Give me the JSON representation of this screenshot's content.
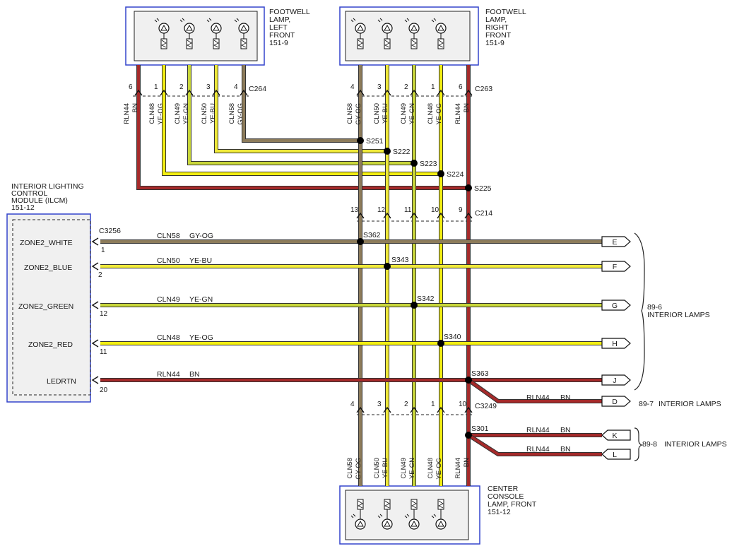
{
  "colors": {
    "RLN44": "#a52a2a",
    "CLN48": "#f2ee12",
    "CLN49": "#c9d73a",
    "CLN50": "#efe93a",
    "CLN58": "#8c7b5a",
    "box_border": "#3344cc",
    "box_fill": "#f0f0f0"
  },
  "footwell_left": {
    "lines": [
      "FOOTWELL",
      "LAMP,",
      "LEFT",
      "FRONT",
      "151-9"
    ]
  },
  "footwell_right": {
    "lines": [
      "FOOTWELL",
      "LAMP,",
      "RIGHT",
      "FRONT",
      "151-9"
    ]
  },
  "console_lamp": {
    "lines": [
      "CENTER",
      "CONSOLE",
      "LAMP, FRONT",
      "151-12"
    ]
  },
  "ilcm": {
    "title_lines": [
      "INTERIOR LIGHTING",
      "CONTROL",
      "MODULE (ILCM)",
      "151-12"
    ],
    "connector": "C3256",
    "pins": [
      {
        "label": "ZONE2_WHITE",
        "pin": "1",
        "circuit": "CLN58",
        "color_code": "GY-OG"
      },
      {
        "label": "ZONE2_BLUE",
        "pin": "2",
        "circuit": "CLN50",
        "color_code": "YE-BU"
      },
      {
        "label": "ZONE2_GREEN",
        "pin": "12",
        "circuit": "CLN49",
        "color_code": "YE-GN"
      },
      {
        "label": "ZONE2_RED",
        "pin": "11",
        "circuit": "CLN48",
        "color_code": "YE-OG"
      },
      {
        "label": "LEDRTN",
        "pin": "20",
        "circuit": "RLN44",
        "color_code": "BN"
      }
    ]
  },
  "connectors": {
    "c264": {
      "name": "C264",
      "pins": [
        "6",
        "1",
        "2",
        "3",
        "4"
      ]
    },
    "c263": {
      "name": "C263",
      "pins": [
        "4",
        "3",
        "2",
        "1",
        "6"
      ]
    },
    "c214": {
      "name": "C214",
      "pins": [
        "13",
        "12",
        "11",
        "10",
        "9"
      ]
    },
    "c3249": {
      "name": "C3249",
      "pins": [
        "4",
        "3",
        "2",
        "1",
        "10"
      ]
    }
  },
  "left_wire_labels": [
    {
      "circuit": "RLN44",
      "code": "BN"
    },
    {
      "circuit": "CLN48",
      "code": "YE-OG"
    },
    {
      "circuit": "CLN49",
      "code": "YE-GN"
    },
    {
      "circuit": "CLN50",
      "code": "YE-BU"
    },
    {
      "circuit": "CLN58",
      "code": "GY-OG"
    }
  ],
  "right_wire_labels": [
    {
      "circuit": "CLN58",
      "code": "GY-OG"
    },
    {
      "circuit": "CLN50",
      "code": "YE-BU"
    },
    {
      "circuit": "CLN49",
      "code": "YE-GN"
    },
    {
      "circuit": "CLN48",
      "code": "YE-OG"
    },
    {
      "circuit": "RLN44",
      "code": "BN"
    }
  ],
  "bottom_wire_labels": [
    {
      "circuit": "CLN58",
      "code": "GY-OG"
    },
    {
      "circuit": "CLN50",
      "code": "YE-BU"
    },
    {
      "circuit": "CLN49",
      "code": "YE-GN"
    },
    {
      "circuit": "CLN48",
      "code": "YE-OG"
    },
    {
      "circuit": "RLN44",
      "code": "BN"
    }
  ],
  "splices_top": [
    "S251",
    "S222",
    "S223",
    "S224",
    "S225"
  ],
  "splices_mid": [
    "S362",
    "S343",
    "S342",
    "S340",
    "S363"
  ],
  "splice_bottom": "S301",
  "outputs": {
    "group1": {
      "letters": [
        "E",
        "F",
        "G",
        "H",
        "J"
      ],
      "ref": "89-6",
      "text": "INTERIOR LAMPS"
    },
    "group2": {
      "letter": "D",
      "circuit": "RLN44",
      "code": "BN",
      "ref": "89-7",
      "text": "INTERIOR LAMPS"
    },
    "group3": {
      "letters": [
        "K",
        "L"
      ],
      "circuit": "RLN44",
      "code": "BN",
      "ref": "89-8",
      "text": "INTERIOR LAMPS"
    }
  }
}
